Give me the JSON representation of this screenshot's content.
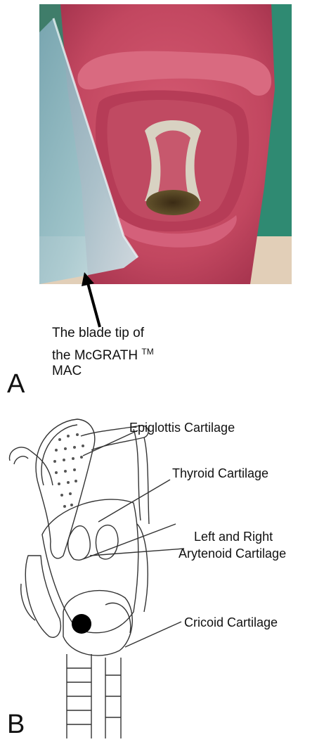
{
  "panel_a": {
    "letter": "A",
    "caption_line1": "The blade tip of",
    "caption_line2": "the McGRATH",
    "caption_tm": "TM",
    "caption_line3": "MAC"
  },
  "panel_b": {
    "letter": "B",
    "labels": {
      "epiglottis": "Epiglottis Cartilage",
      "thyroid": "Thyroid Cartilage",
      "arytenoid_line1": "Left and Right",
      "arytenoid_line2": "Arytenoid Cartilage",
      "cricoid": "Cricoid Cartilage"
    }
  },
  "colors": {
    "mannequin_pink": "#c8485f",
    "background_green": "#3d8c6e",
    "blade_blue": "#9fc3cc"
  }
}
